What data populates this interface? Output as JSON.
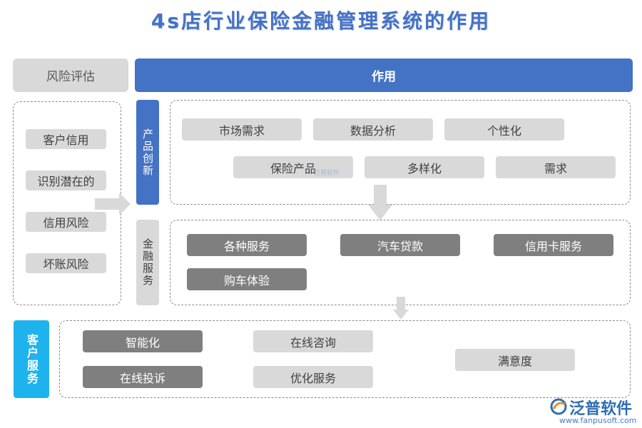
{
  "title": "4s店行业保险金融管理系统的作用",
  "left_header": "风险评估",
  "main_header": "作用",
  "risk_items": [
    "客户信用",
    "识别潜在的",
    "信用风险",
    "坏账风险"
  ],
  "product_innovation": {
    "tab": "产品创新",
    "row1": [
      "市场需求",
      "数据分析",
      "个性化"
    ],
    "row2": [
      "保险产品",
      "多样化",
      "需求"
    ]
  },
  "financial_services": {
    "tab": "金融服务",
    "row1": [
      "各种服务",
      "汽车贷款",
      "信用卡服务"
    ],
    "row2": [
      "购车体验"
    ]
  },
  "customer_service": {
    "tab": "客户服务",
    "col1": [
      "智能化",
      "在线投诉"
    ],
    "col2": [
      "在线咨询",
      "优化服务"
    ],
    "col3": [
      "满意度"
    ]
  },
  "logo": {
    "name": "泛普软件",
    "url": "www.fanpusoft.com",
    "watermark": "泛普软件"
  },
  "colors": {
    "accent_blue": "#4472c4",
    "cyan": "#1fb3ee",
    "light_gray": "#d9d9d9",
    "dark_gray": "#7f7f7f"
  }
}
